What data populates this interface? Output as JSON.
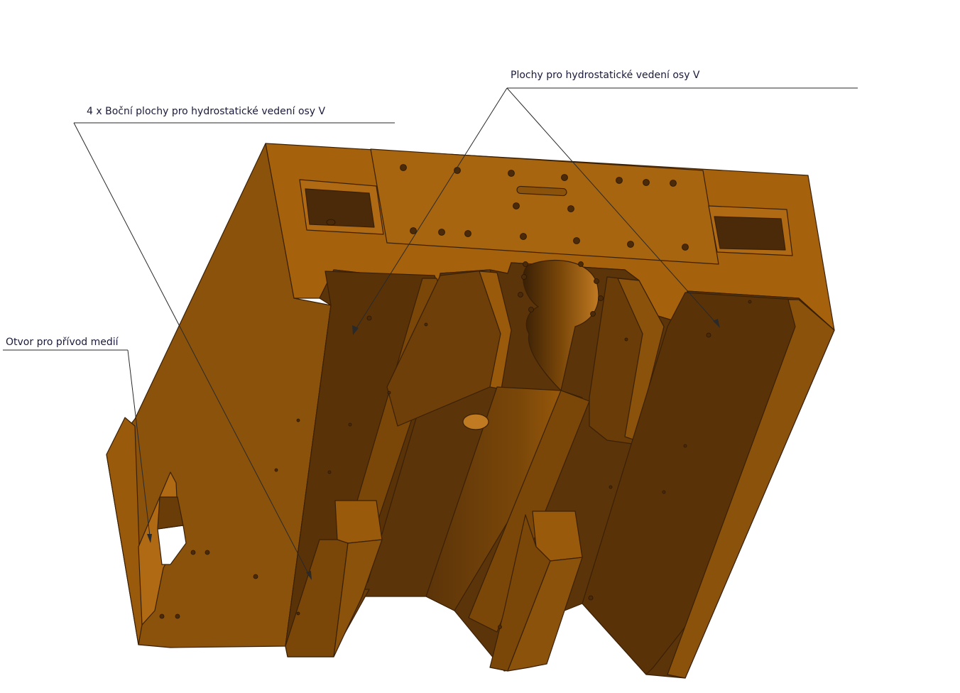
{
  "callouts": {
    "v_surfaces": "Plochy pro hydrostatické vedení osy V",
    "side_surfaces": "4 x Boční plochy pro hydrostatické vedení osy V",
    "media_hole": "Otvor pro přívod medií"
  },
  "colors": {
    "top": "#a5610c",
    "front": "#8b520b",
    "side": "#7a4709",
    "dark": "#5c3409",
    "pocket": "#4a2a08",
    "light": "#b87020",
    "background": "#ffffff"
  }
}
